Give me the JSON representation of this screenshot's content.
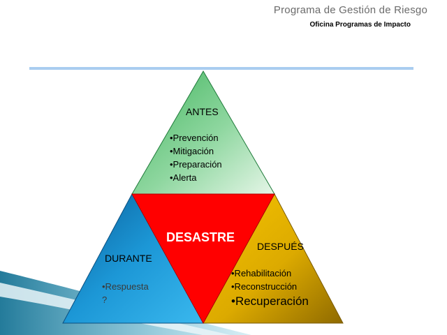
{
  "header": {
    "title": "Programa de Gestión de Riesgo",
    "subtitle": "Oficina Programas de Impacto"
  },
  "diagram": {
    "center": {
      "label": "DESASTRE"
    },
    "antes": {
      "label": "ANTES",
      "items": [
        "•Prevención",
        "•Mitigación",
        "•Preparación",
        "•Alerta"
      ]
    },
    "durante": {
      "label": "DURANTE",
      "items": [
        "•Respuesta",
        "?"
      ]
    },
    "despues": {
      "label": "DESPUÉS",
      "items": [
        "•Rehabilitación",
        "•Reconstrucción",
        "•Recuperación"
      ]
    }
  },
  "colors": {
    "antes": "#5ec27a",
    "durante": "#1a8fd0",
    "despues": "#e0b100",
    "desastre": "#ff0000",
    "rule": "#a9cdf0"
  }
}
